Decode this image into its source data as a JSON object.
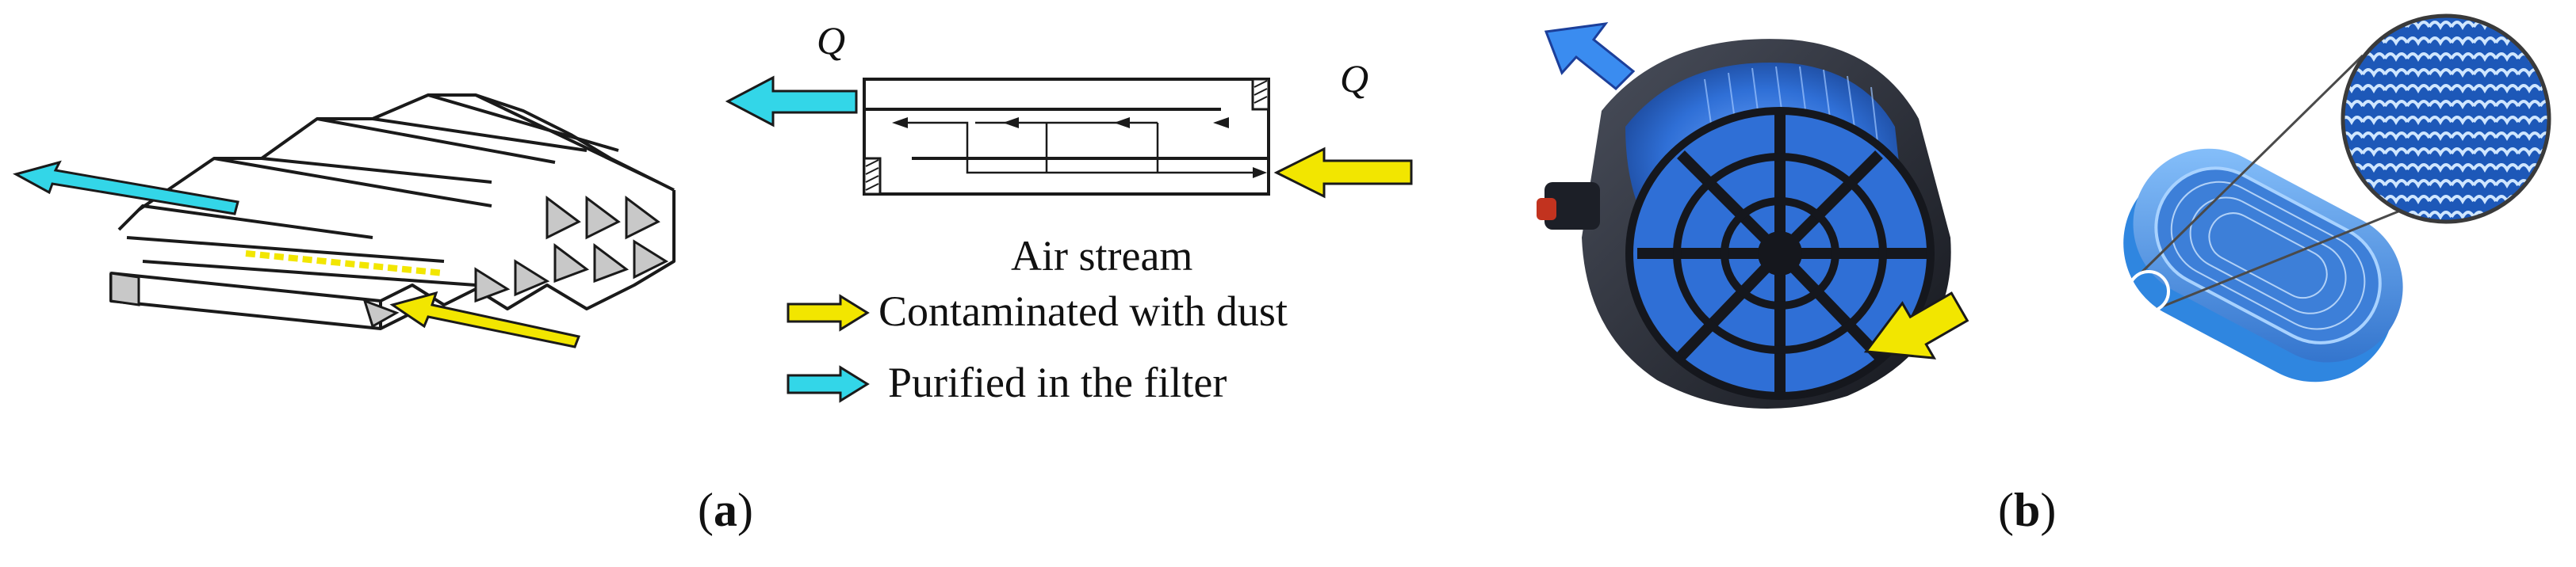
{
  "diagram": {
    "q_left": "Q",
    "q_right": "Q",
    "legend": {
      "title": "Air stream",
      "contaminated": "Contaminated with dust",
      "purified": "Purified in the filter"
    },
    "panel_a": {
      "open": "(",
      "letter": "a",
      "close": ")"
    },
    "panel_b": {
      "open": "(",
      "letter": "b",
      "close": ")"
    }
  },
  "colors": {
    "purified_arrow": "#33d6e8",
    "contaminated_arrow": "#f2e600",
    "filter_blue": "#2f6fd6",
    "housing_dark": "#1c1f27",
    "outline": "#1a1a1a"
  }
}
